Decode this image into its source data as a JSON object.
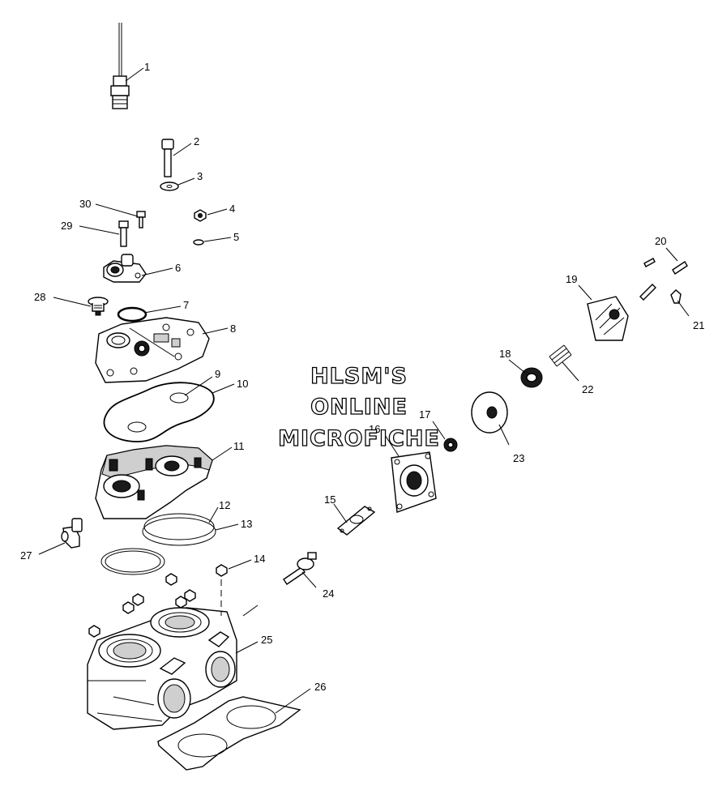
{
  "watermark": {
    "line1": "HLSM'S",
    "line2": "ONLINE",
    "line3": "MICROFICHE"
  },
  "callouts": [
    {
      "id": "1",
      "label": "1"
    },
    {
      "id": "2",
      "label": "2"
    },
    {
      "id": "3",
      "label": "3"
    },
    {
      "id": "4",
      "label": "4"
    },
    {
      "id": "5",
      "label": "5"
    },
    {
      "id": "6",
      "label": "6"
    },
    {
      "id": "7",
      "label": "7"
    },
    {
      "id": "8",
      "label": "8"
    },
    {
      "id": "9",
      "label": "9"
    },
    {
      "id": "10",
      "label": "10"
    },
    {
      "id": "11",
      "label": "11"
    },
    {
      "id": "12",
      "label": "12"
    },
    {
      "id": "13",
      "label": "13"
    },
    {
      "id": "14",
      "label": "14"
    },
    {
      "id": "15",
      "label": "15"
    },
    {
      "id": "16",
      "label": "16"
    },
    {
      "id": "17",
      "label": "17"
    },
    {
      "id": "18",
      "label": "18"
    },
    {
      "id": "19",
      "label": "19"
    },
    {
      "id": "20",
      "label": "20"
    },
    {
      "id": "21",
      "label": "21"
    },
    {
      "id": "22",
      "label": "22"
    },
    {
      "id": "23",
      "label": "23"
    },
    {
      "id": "24",
      "label": "24"
    },
    {
      "id": "25",
      "label": "25"
    },
    {
      "id": "26",
      "label": "26"
    },
    {
      "id": "27",
      "label": "27"
    },
    {
      "id": "28",
      "label": "28"
    },
    {
      "id": "29",
      "label": "29"
    },
    {
      "id": "30",
      "label": "30"
    }
  ]
}
